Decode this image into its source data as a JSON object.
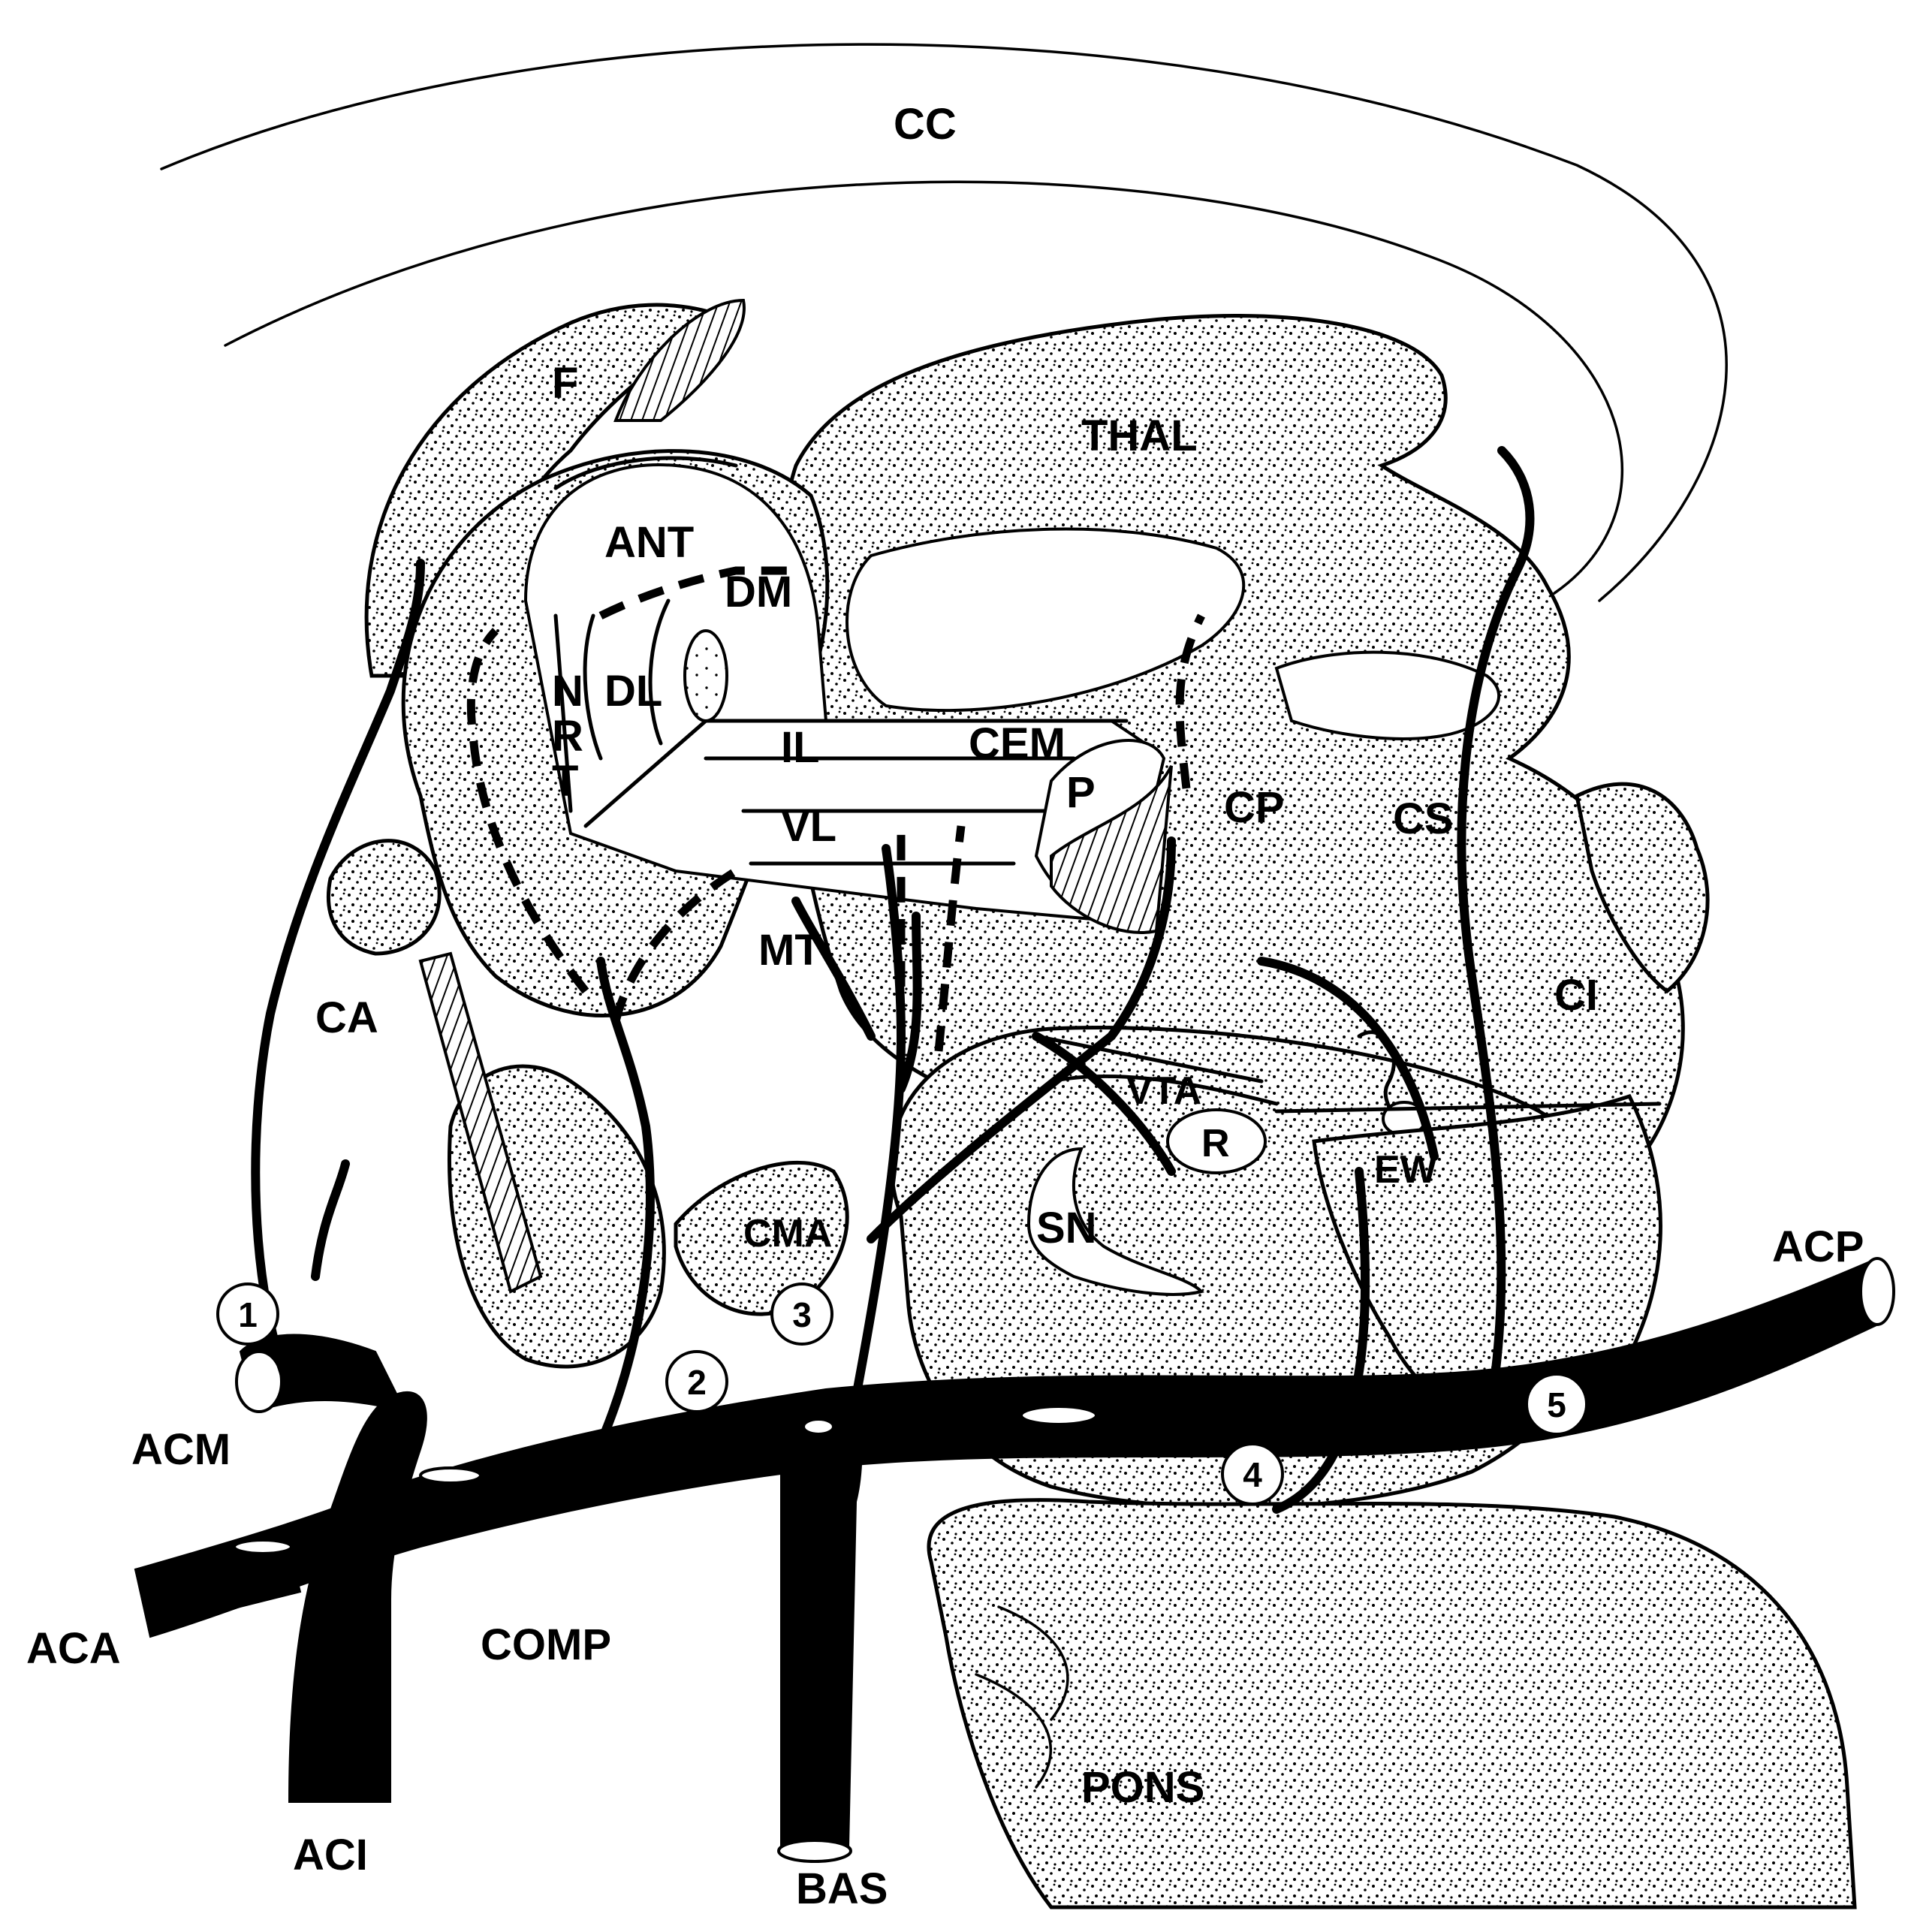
{
  "labels": {
    "cc": "CC",
    "thal": "THAL",
    "f": "F",
    "ant": "ANT",
    "dm": "DM",
    "dl": "DL",
    "nrt_n": "N",
    "nrt_r": "R",
    "nrt_t": "T",
    "il": "IL",
    "cem": "CEM",
    "vl": "VL",
    "p": "P",
    "cp": "CP",
    "cs": "CS",
    "mt": "MT",
    "ca": "CA",
    "ci": "CI",
    "vta": "VTA",
    "r": "R",
    "ew": "EW",
    "sn": "SN",
    "cma": "CMA",
    "acp": "ACP",
    "acm": "ACM",
    "aca": "ACA",
    "comp": "COMP",
    "aci": "ACI",
    "bas": "BAS",
    "pons": "PONS"
  },
  "numbers": {
    "n1": "1",
    "n2": "2",
    "n3": "3",
    "n4": "4",
    "n5": "5"
  }
}
